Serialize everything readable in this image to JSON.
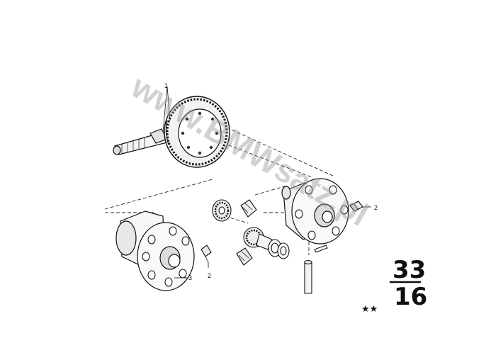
{
  "diagram": {
    "callouts": {
      "ring_gear": "1",
      "bolt_right": "2",
      "bolt_left": "2",
      "housing_left": "3"
    },
    "watermark": "www.BMWsatz.pl",
    "group_code_top": "33",
    "group_code_bottom": "16",
    "rating": "★★"
  }
}
